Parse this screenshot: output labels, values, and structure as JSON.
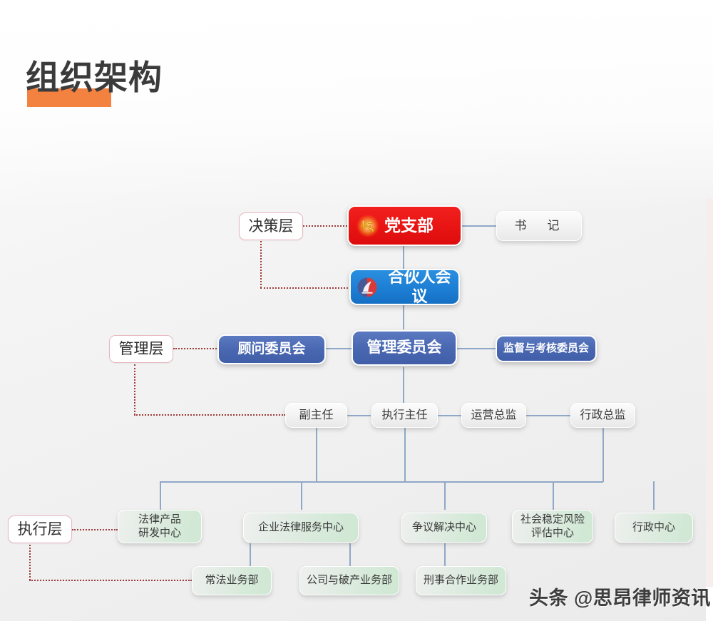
{
  "slide": {
    "title": "组织架构",
    "watermark": "头条 @思昂律师资讯"
  },
  "layer_tags": [
    {
      "id": "decision",
      "label": "决策层"
    },
    {
      "id": "management",
      "label": "管理层"
    },
    {
      "id": "execution",
      "label": "执行层"
    }
  ],
  "nodes": {
    "party_branch": {
      "label": "党支部",
      "icon": "party-emblem-icon",
      "color": "#e81414"
    },
    "secretary": {
      "label": "书　记"
    },
    "partners_meeting": {
      "label": "合伙人会议",
      "icon": "firm-logo-icon",
      "color": "#1d7fd4"
    },
    "advisory_committee": {
      "label": "顾问委员会",
      "color": "#4a68b2"
    },
    "management_committee": {
      "label": "管理委员会",
      "color": "#4a68b2"
    },
    "supervision_committee": {
      "label": "监督与考核委员会",
      "color": "#4a68b2"
    }
  },
  "directors": [
    {
      "id": "deputy-director",
      "label": "副主任"
    },
    {
      "id": "executive-director",
      "label": "执行主任"
    },
    {
      "id": "operations-director",
      "label": "运营总监"
    },
    {
      "id": "administrative-director",
      "label": "行政总监"
    }
  ],
  "centers": [
    {
      "id": "legal-product-rd-center",
      "label": "法律产品\n研发中心"
    },
    {
      "id": "enterprise-legal-service-center",
      "label": "企业法律服务中心"
    },
    {
      "id": "dispute-resolution-center",
      "label": "争议解决中心"
    },
    {
      "id": "social-stability-risk-assessment-center",
      "label": "社会稳定风险\n评估中心"
    },
    {
      "id": "administration-center",
      "label": "行政中心"
    }
  ],
  "departments": [
    {
      "id": "routine-legal-department",
      "label": "常法业务部"
    },
    {
      "id": "corporate-bankruptcy-department",
      "label": "公司与破产业务部"
    },
    {
      "id": "criminal-cooperation-department",
      "label": "刑事合作业务部"
    }
  ],
  "colors": {
    "accent_highlight": "#f3813f",
    "party_red": "#e81414",
    "bright_blue": "#1d7fd4",
    "indigo": "#4a68b2",
    "mint": "#d6ead9",
    "connector": "#8fa8c8",
    "dotted": "#9e3a3a",
    "tag_border": "#e8b7bf"
  }
}
